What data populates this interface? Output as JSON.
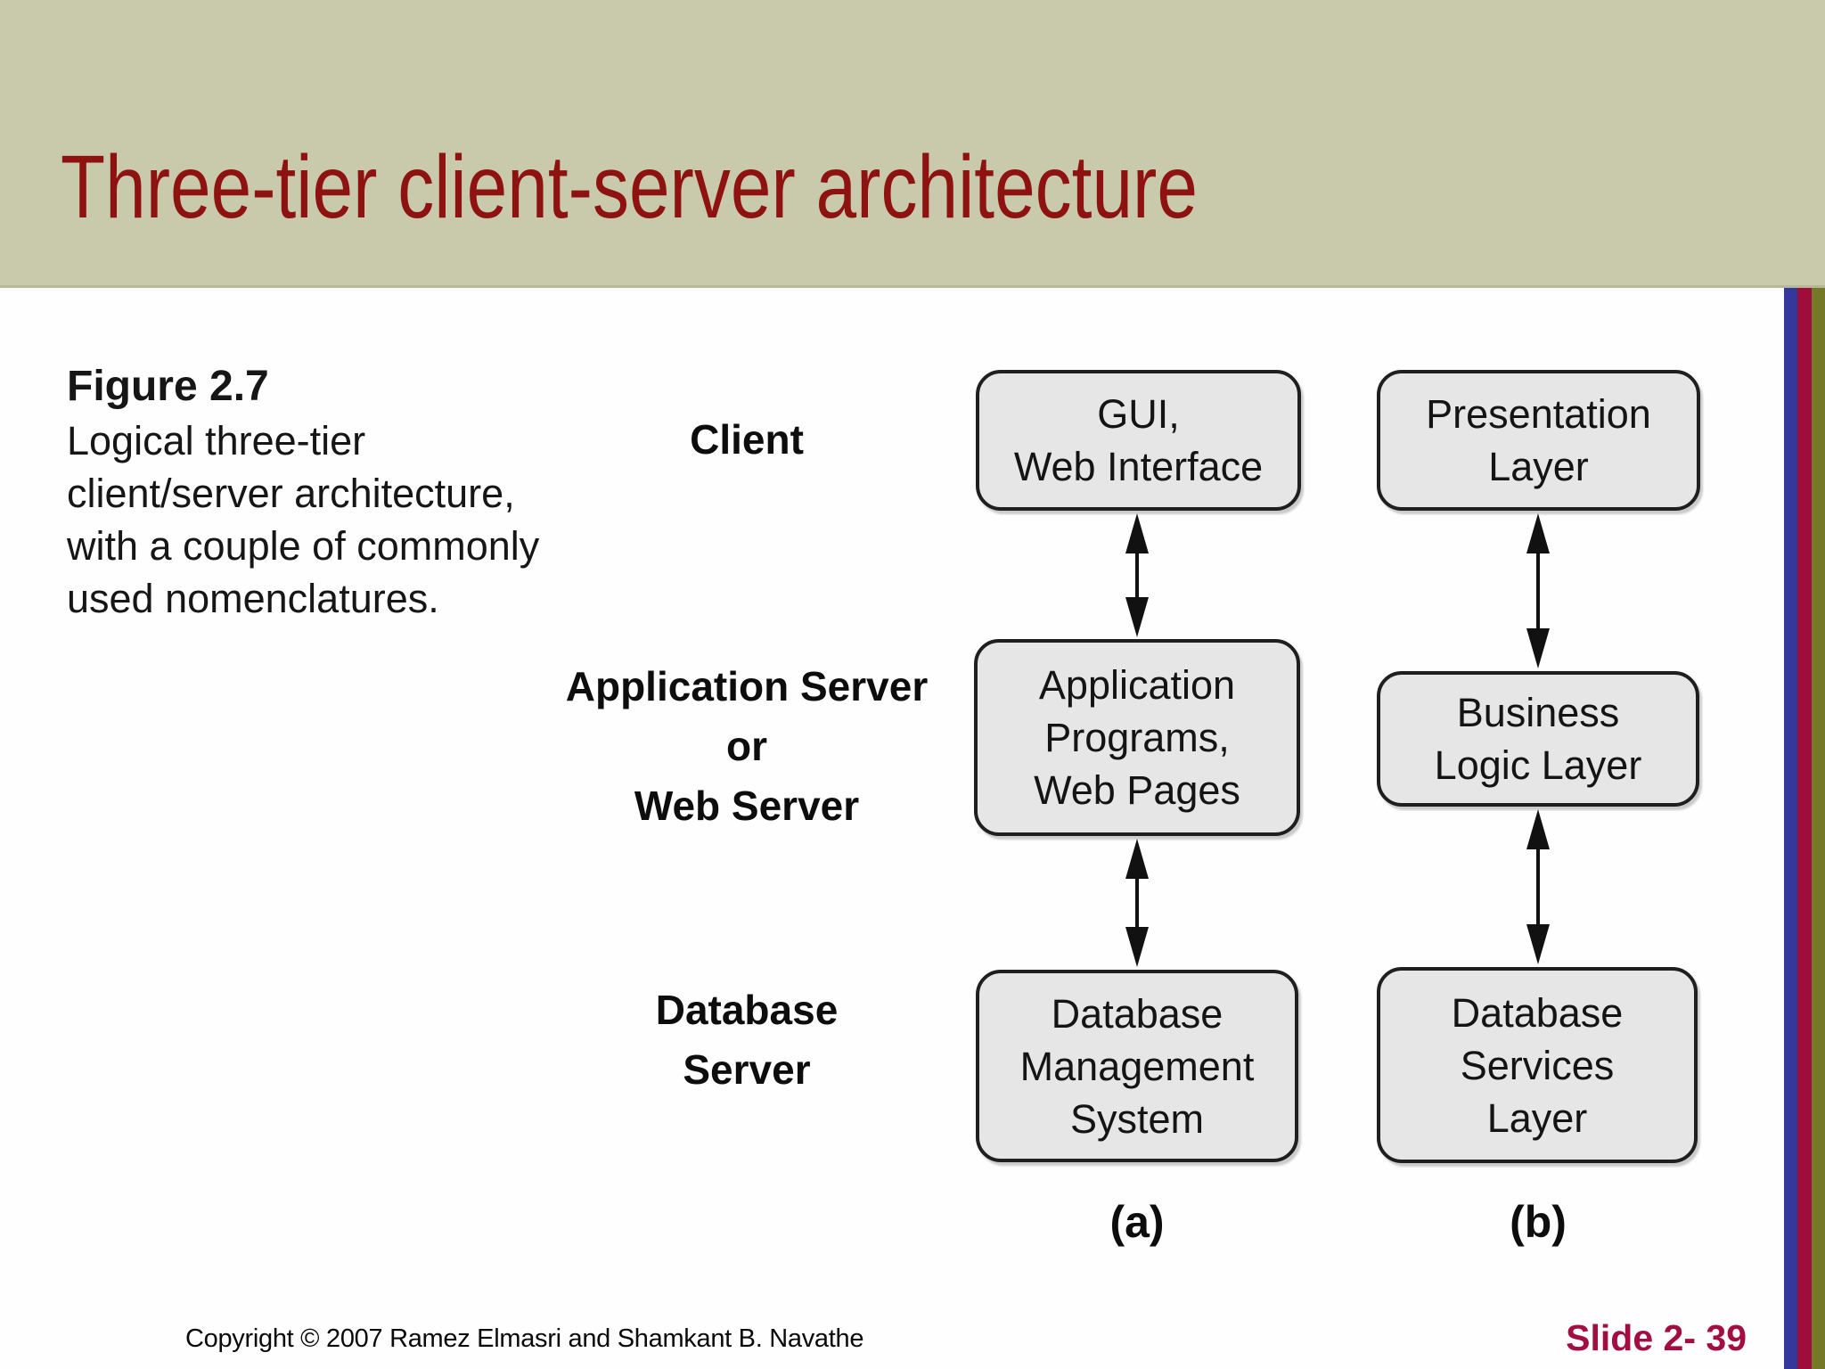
{
  "slide": {
    "title": "Three-tier client-server architecture",
    "footer": {
      "copyright": "Copyright © 2007 Ramez Elmasri and Shamkant B. Navathe",
      "slide_number": "Slide 2- 39"
    }
  },
  "figure": {
    "caption_title": "Figure 2.7",
    "caption_lines": [
      "Logical three-tier",
      "client/server architecture,",
      "with a couple of commonly",
      "used nomenclatures."
    ]
  },
  "diagram": {
    "rows": [
      {
        "label_lines": [
          "Client"
        ]
      },
      {
        "label_lines": [
          "Application Server",
          "or",
          "Web Server"
        ]
      },
      {
        "label_lines": [
          "Database",
          "Server"
        ]
      }
    ],
    "columns": [
      {
        "id": "a",
        "caption": "(a)",
        "boxes": [
          {
            "lines": [
              "GUI,",
              "Web Interface"
            ]
          },
          {
            "lines": [
              "Application",
              "Programs,",
              "Web Pages"
            ]
          },
          {
            "lines": [
              "Database",
              "Management",
              "System"
            ]
          }
        ]
      },
      {
        "id": "b",
        "caption": "(b)",
        "boxes": [
          {
            "lines": [
              "Presentation",
              "Layer"
            ]
          },
          {
            "lines": [
              "Business",
              "Logic Layer"
            ]
          },
          {
            "lines": [
              "Database",
              "Services",
              "Layer"
            ]
          }
        ]
      }
    ]
  },
  "colors": {
    "header_background": "#c8caab",
    "title_text": "#8e1310",
    "main_background": "#fefefe",
    "box_fill": "#e6e6e6",
    "box_border": "#1f1f1f",
    "stripe_blue": "#34389b",
    "stripe_crimson": "#9e0d3c",
    "stripe_olive": "#747928",
    "slide_number_text": "#a30d42"
  }
}
